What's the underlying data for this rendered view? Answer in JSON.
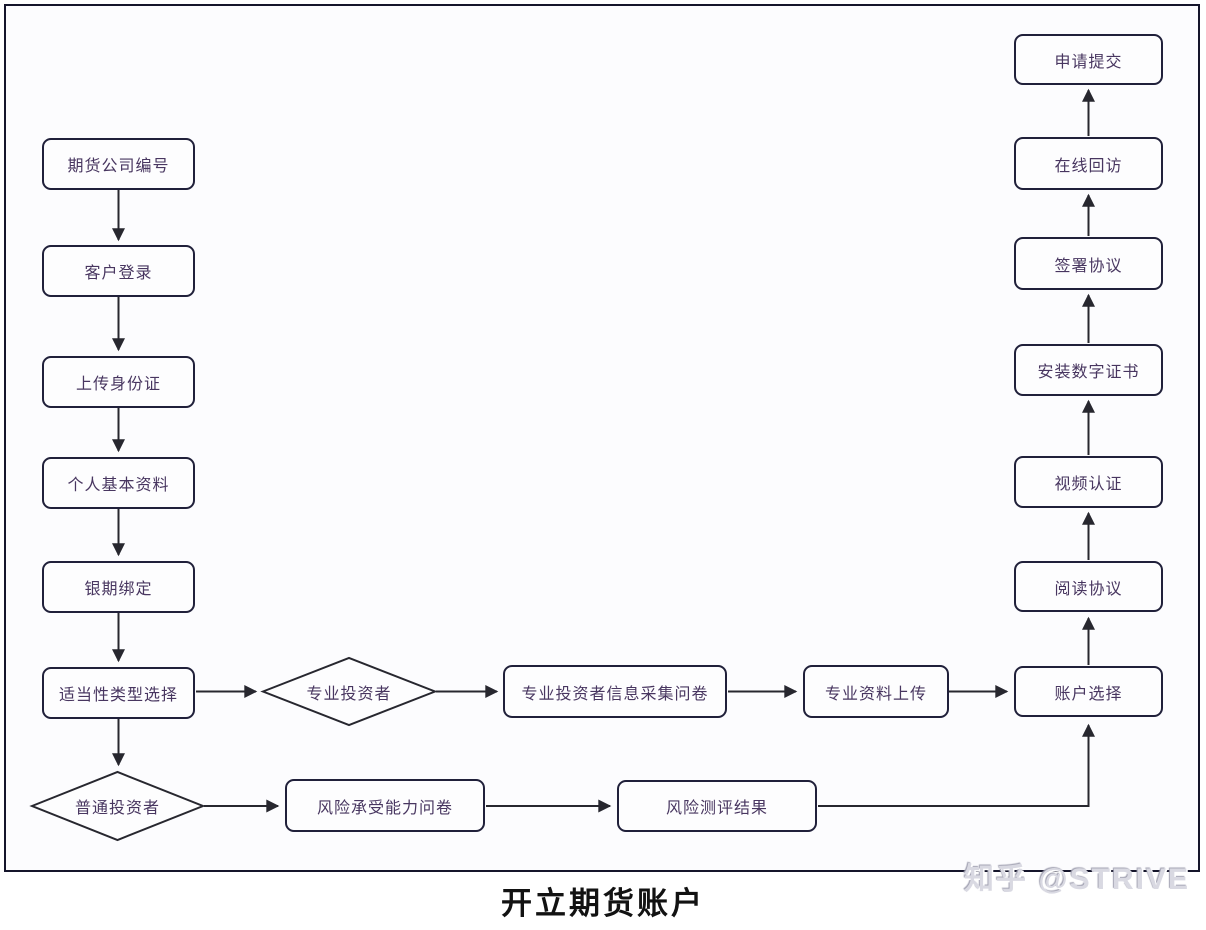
{
  "title": "开立期货账户",
  "watermark": "知乎 @STRIVE",
  "colors": {
    "page_bg": "#ffffff",
    "canvas_bg": "#fcfcfe",
    "canvas_border": "#15152b",
    "node_fill": "#fdfdfe",
    "node_border": "#20203a",
    "node_text": "#483660",
    "connector": "#27272f",
    "title_text": "#121212",
    "watermark_text": "#d9d9e2"
  },
  "nodes": {
    "futures-company-code": {
      "label": "期货公司编号",
      "shape": "process"
    },
    "customer-login": {
      "label": "客户登录",
      "shape": "process"
    },
    "upload-id-card": {
      "label": "上传身份证",
      "shape": "process"
    },
    "personal-basic-info": {
      "label": "个人基本资料",
      "shape": "process"
    },
    "bank-futures-binding": {
      "label": "银期绑定",
      "shape": "process"
    },
    "suitability-type-selection": {
      "label": "适当性类型选择",
      "shape": "process"
    },
    "professional-investor": {
      "label": "专业投资者",
      "shape": "decision"
    },
    "professional-investor-questionnaire": {
      "label": "专业投资者信息采集问卷",
      "shape": "process"
    },
    "professional-material-upload": {
      "label": "专业资料上传",
      "shape": "process"
    },
    "ordinary-investor": {
      "label": "普通投资者",
      "shape": "decision"
    },
    "risk-tolerance-questionnaire": {
      "label": "风险承受能力问卷",
      "shape": "process"
    },
    "risk-assessment-result": {
      "label": "风险测评结果",
      "shape": "process"
    },
    "account-selection": {
      "label": "账户选择",
      "shape": "process"
    },
    "read-agreement": {
      "label": "阅读协议",
      "shape": "process"
    },
    "video-authentication": {
      "label": "视频认证",
      "shape": "process"
    },
    "install-digital-certificate": {
      "label": "安装数字证书",
      "shape": "process"
    },
    "sign-agreement": {
      "label": "签署协议",
      "shape": "process"
    },
    "online-return-visit": {
      "label": "在线回访",
      "shape": "process"
    },
    "application-submit": {
      "label": "申请提交",
      "shape": "process"
    }
  },
  "edges": [
    {
      "from": "futures-company-code",
      "to": "customer-login"
    },
    {
      "from": "customer-login",
      "to": "upload-id-card"
    },
    {
      "from": "upload-id-card",
      "to": "personal-basic-info"
    },
    {
      "from": "personal-basic-info",
      "to": "bank-futures-binding"
    },
    {
      "from": "bank-futures-binding",
      "to": "suitability-type-selection"
    },
    {
      "from": "suitability-type-selection",
      "to": "professional-investor"
    },
    {
      "from": "suitability-type-selection",
      "to": "ordinary-investor"
    },
    {
      "from": "professional-investor",
      "to": "professional-investor-questionnaire"
    },
    {
      "from": "professional-investor-questionnaire",
      "to": "professional-material-upload"
    },
    {
      "from": "professional-material-upload",
      "to": "account-selection"
    },
    {
      "from": "ordinary-investor",
      "to": "risk-tolerance-questionnaire"
    },
    {
      "from": "risk-tolerance-questionnaire",
      "to": "risk-assessment-result"
    },
    {
      "from": "risk-assessment-result",
      "to": "account-selection"
    },
    {
      "from": "account-selection",
      "to": "read-agreement"
    },
    {
      "from": "read-agreement",
      "to": "video-authentication"
    },
    {
      "from": "video-authentication",
      "to": "install-digital-certificate"
    },
    {
      "from": "install-digital-certificate",
      "to": "sign-agreement"
    },
    {
      "from": "sign-agreement",
      "to": "online-return-visit"
    },
    {
      "from": "online-return-visit",
      "to": "application-submit"
    }
  ]
}
